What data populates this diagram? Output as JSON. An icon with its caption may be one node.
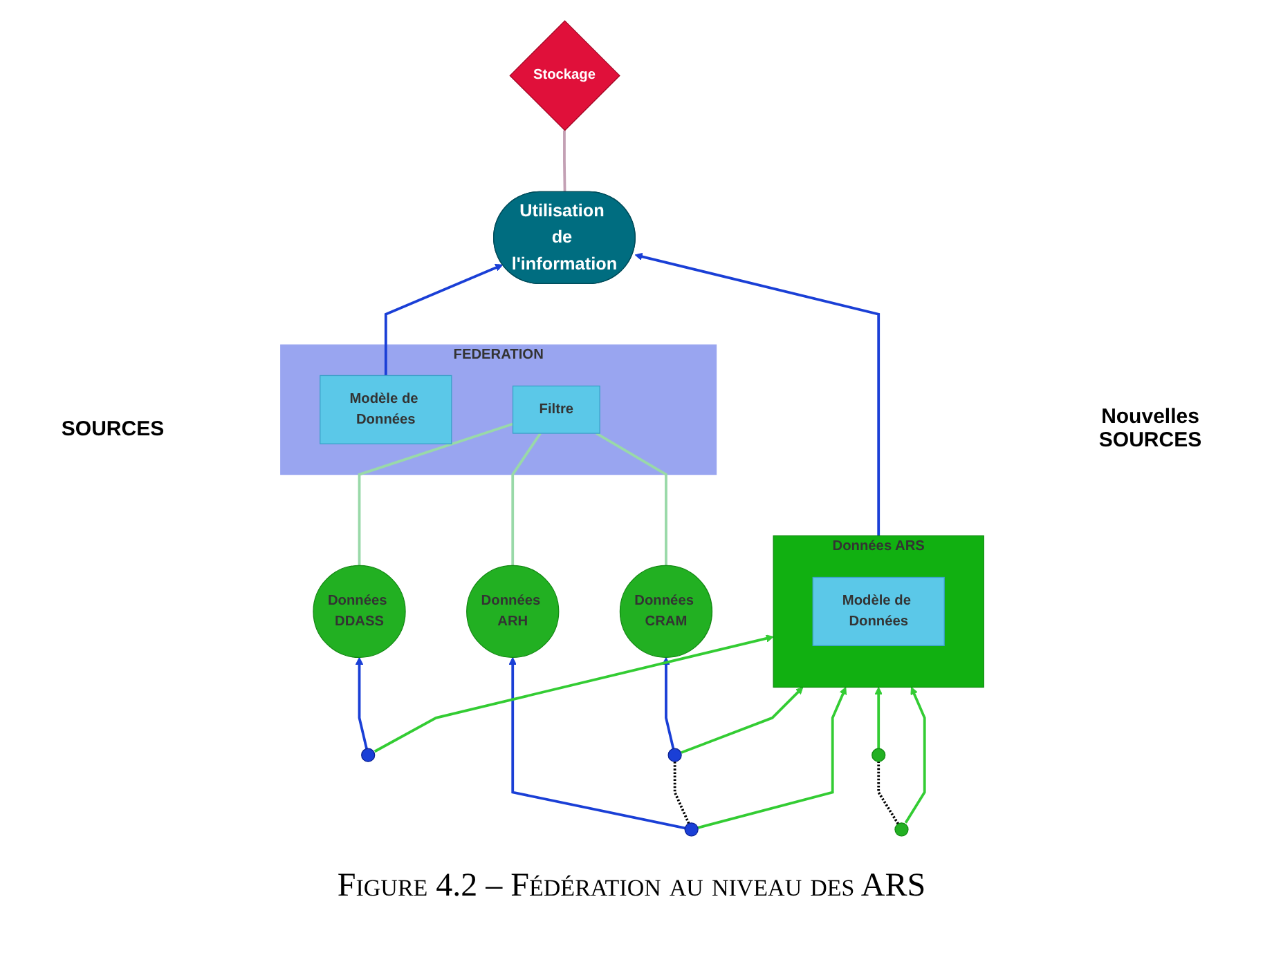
{
  "diagram": {
    "caption": "Figure 4.2 – Fédération au niveau des ARS",
    "nodes": [
      {
        "text": [
          "Stockage"
        ]
      },
      {
        "text": [
          "Utilisation de l'information"
        ]
      },
      {
        "text": [
          "FEDERATION"
        ]
      },
      {
        "text": [
          "Modèle de Données"
        ],
        "in": 2
      },
      {
        "text": [
          "Filtre"
        ],
        "in": 2
      },
      {
        "text": [
          "Données ARS"
        ]
      },
      {
        "text": [
          "Modèle de Données"
        ],
        "in": 5
      },
      {
        "text": [
          "Données DDASS"
        ]
      },
      {
        "text": [
          "Données ARH"
        ]
      },
      {
        "text": [
          "Données CRAM"
        ]
      },
      {
        "text": [],
        "shape": "circle"
      },
      {
        "text": [],
        "shape": "circle"
      },
      {
        "text": [],
        "shape": "circle"
      },
      {
        "text": [],
        "shape": "circle"
      },
      {
        "text": [],
        "shape": "circle"
      }
    ],
    "edges": [
      {
        "from": 3,
        "to": 1,
        "arrow": "to",
        "color": "#1a3fd6"
      },
      {
        "from": 5,
        "to": 1,
        "arrow": "to",
        "color": "#1a3fd6"
      },
      {
        "from": 10,
        "to": 7,
        "arrow": "to",
        "color": "#1a3fd6"
      },
      {
        "from": 11,
        "to": 8,
        "arrow": "to",
        "color": "#1a3fd6"
      },
      {
        "from": 12,
        "to": 9,
        "arrow": "to",
        "color": "#1a3fd6"
      },
      {
        "from": 10,
        "to": 5,
        "arrow": "to",
        "color": "#33cc33"
      },
      {
        "from": 11,
        "to": 5,
        "arrow": "to",
        "color": "#33cc33"
      },
      {
        "from": 12,
        "to": 5,
        "arrow": "to",
        "color": "#33cc33"
      },
      {
        "from": 13,
        "to": 5,
        "arrow": "to",
        "color": "#33cc33"
      },
      {
        "from": 14,
        "to": 5,
        "arrow": "to",
        "color": "#33cc33"
      },
      {
        "from": 11,
        "to": 12,
        "arrow": "none",
        "style": "dashed",
        "color": "#000000"
      },
      {
        "from": 13,
        "to": 14,
        "arrow": "none",
        "style": "dashed",
        "color": "#000000"
      },
      {
        "from": 1,
        "to": 0,
        "arrow": "none",
        "color": "#c3a0b4"
      },
      {
        "from": 7,
        "to": 4,
        "arrow": "none",
        "color": "#99d9a8"
      },
      {
        "from": 8,
        "to": 4,
        "arrow": "none",
        "color": "#99d9a8"
      },
      {
        "from": 9,
        "to": 4,
        "arrow": "none",
        "color": "#99d9a8"
      }
    ],
    "labels": [
      "SOURCES",
      "Nouvelles SOURCES"
    ]
  }
}
